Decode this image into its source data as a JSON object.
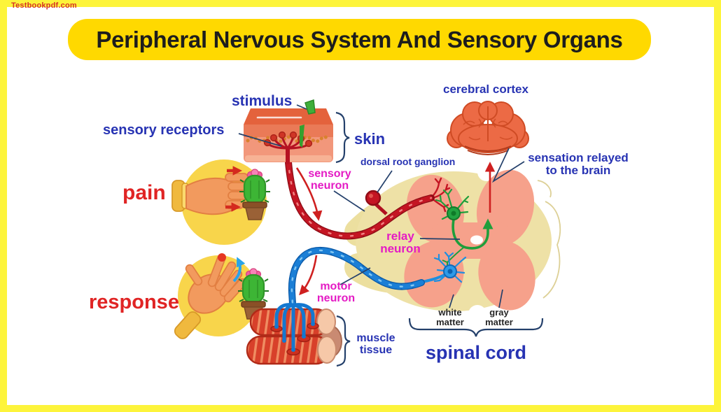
{
  "page": {
    "watermark": "Testbookpdf.com",
    "title": "Peripheral Nervous System And Sensory Organs"
  },
  "labels": {
    "stimulus": "stimulus",
    "sensory_receptors": "sensory receptors",
    "skin": "skin",
    "pain": "pain",
    "sensory_neuron": "sensory neuron",
    "dorsal_root_ganglion": "dorsal root ganglion",
    "cerebral_cortex": "cerebral cortex",
    "sensation_relayed": "sensation relayed to the brain",
    "relay_neuron": "relay neuron",
    "motor_neuron": "motor neuron",
    "response": "response",
    "muscle_tissue": "muscle tissue",
    "white_matter": "white matter",
    "gray_matter": "gray matter",
    "spinal_cord": "spinal cord"
  },
  "colors": {
    "frame_yellow": "#fdf43b",
    "banner_yellow": "#ffd900",
    "title_text": "#1d1d1d",
    "label_blue": "#2733b3",
    "label_magenta": "#e41bc4",
    "label_red": "#e02424",
    "watermark_red": "#d63324",
    "sensory_nerve_red": "#c41523",
    "motor_nerve_blue": "#1b7fd6",
    "relay_neuron_green": "#1f9e3b",
    "spinal_white_matter": "#eee1a6",
    "spinal_gray_matter": "#f6a18b",
    "brain_orange": "#ec6a45",
    "skin_orange": "#f2977b",
    "highlight_circle_yellow": "#f8d54b",
    "muscle_red": "#d8402a"
  }
}
